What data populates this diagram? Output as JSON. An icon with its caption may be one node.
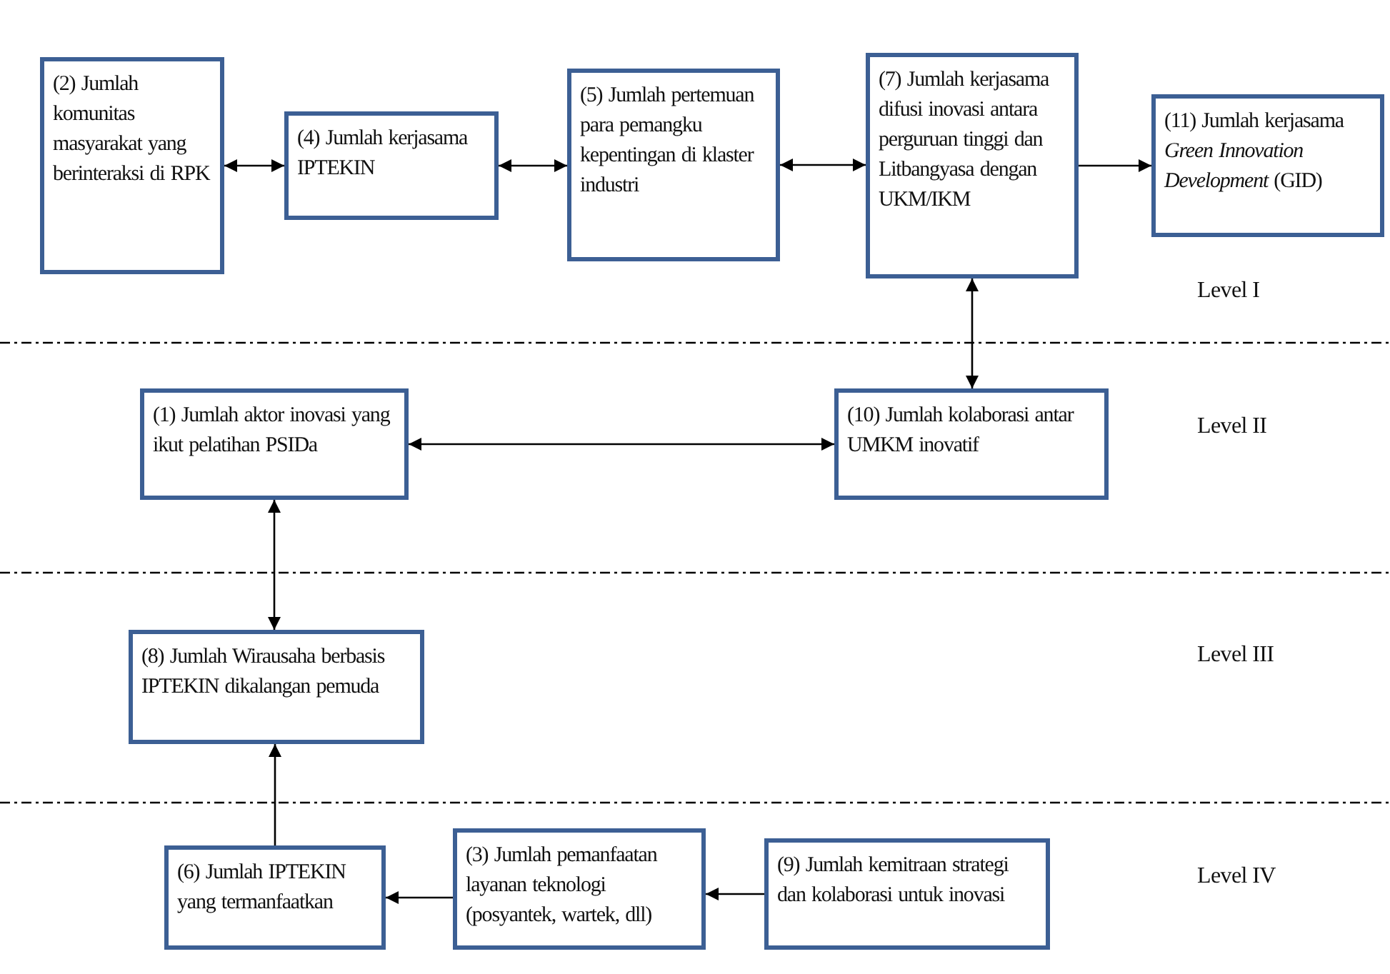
{
  "diagram": {
    "nodes": [
      {
        "text": [
          "(2) Jumlah komunitas masyarakat yang berinteraksi di RPK"
        ]
      },
      {
        "text": [
          "(4) Jumlah kerjasama IPTEKIN"
        ]
      },
      {
        "text": [
          "(5) Jumlah pertemuan para pemangku kepentingan di klaster industri"
        ]
      },
      {
        "text": [
          "(7) Jumlah kerjasama difusi inovasi antara perguruan tinggi dan Litbangyasa dengan UKM/IKM"
        ]
      },
      {
        "text": [
          "(11) Jumlah kerjasama *Green Innovation Development* (GID)"
        ]
      },
      {
        "text": [
          "(1) Jumlah aktor inovasi yang ikut pelatihan PSIDa"
        ]
      },
      {
        "text": [
          "(10) Jumlah kolaborasi antar UMKM inovatif"
        ]
      },
      {
        "text": [
          "(8) Jumlah Wirausaha berbasis IPTEKIN dikalangan pemuda"
        ]
      },
      {
        "text": [
          "(6) Jumlah IPTEKIN yang termanfaatkan"
        ]
      },
      {
        "text": [
          "(3) Jumlah pemanfaatan layanan teknologi (posyantek, wartek, dll)"
        ]
      },
      {
        "text": [
          "(9) Jumlah kemitraan strategi dan kolaborasi untuk inovasi"
        ]
      }
    ],
    "edges": [
      {
        "from": 0,
        "to": 1,
        "arrow": "both"
      },
      {
        "from": 1,
        "to": 2,
        "arrow": "both"
      },
      {
        "from": 2,
        "to": 3,
        "arrow": "both"
      },
      {
        "from": 3,
        "to": 4,
        "arrow": "to"
      },
      {
        "from": 3,
        "to": 6,
        "arrow": "both"
      },
      {
        "from": 5,
        "to": 6,
        "arrow": "both"
      },
      {
        "from": 5,
        "to": 7,
        "arrow": "both"
      },
      {
        "from": 8,
        "to": 7,
        "arrow": "to"
      },
      {
        "from": 9,
        "to": 8,
        "arrow": "to"
      },
      {
        "from": 10,
        "to": 9,
        "arrow": "to"
      }
    ],
    "labels": [
      "Level I",
      "Level II",
      "Level III",
      "Level IV"
    ]
  }
}
